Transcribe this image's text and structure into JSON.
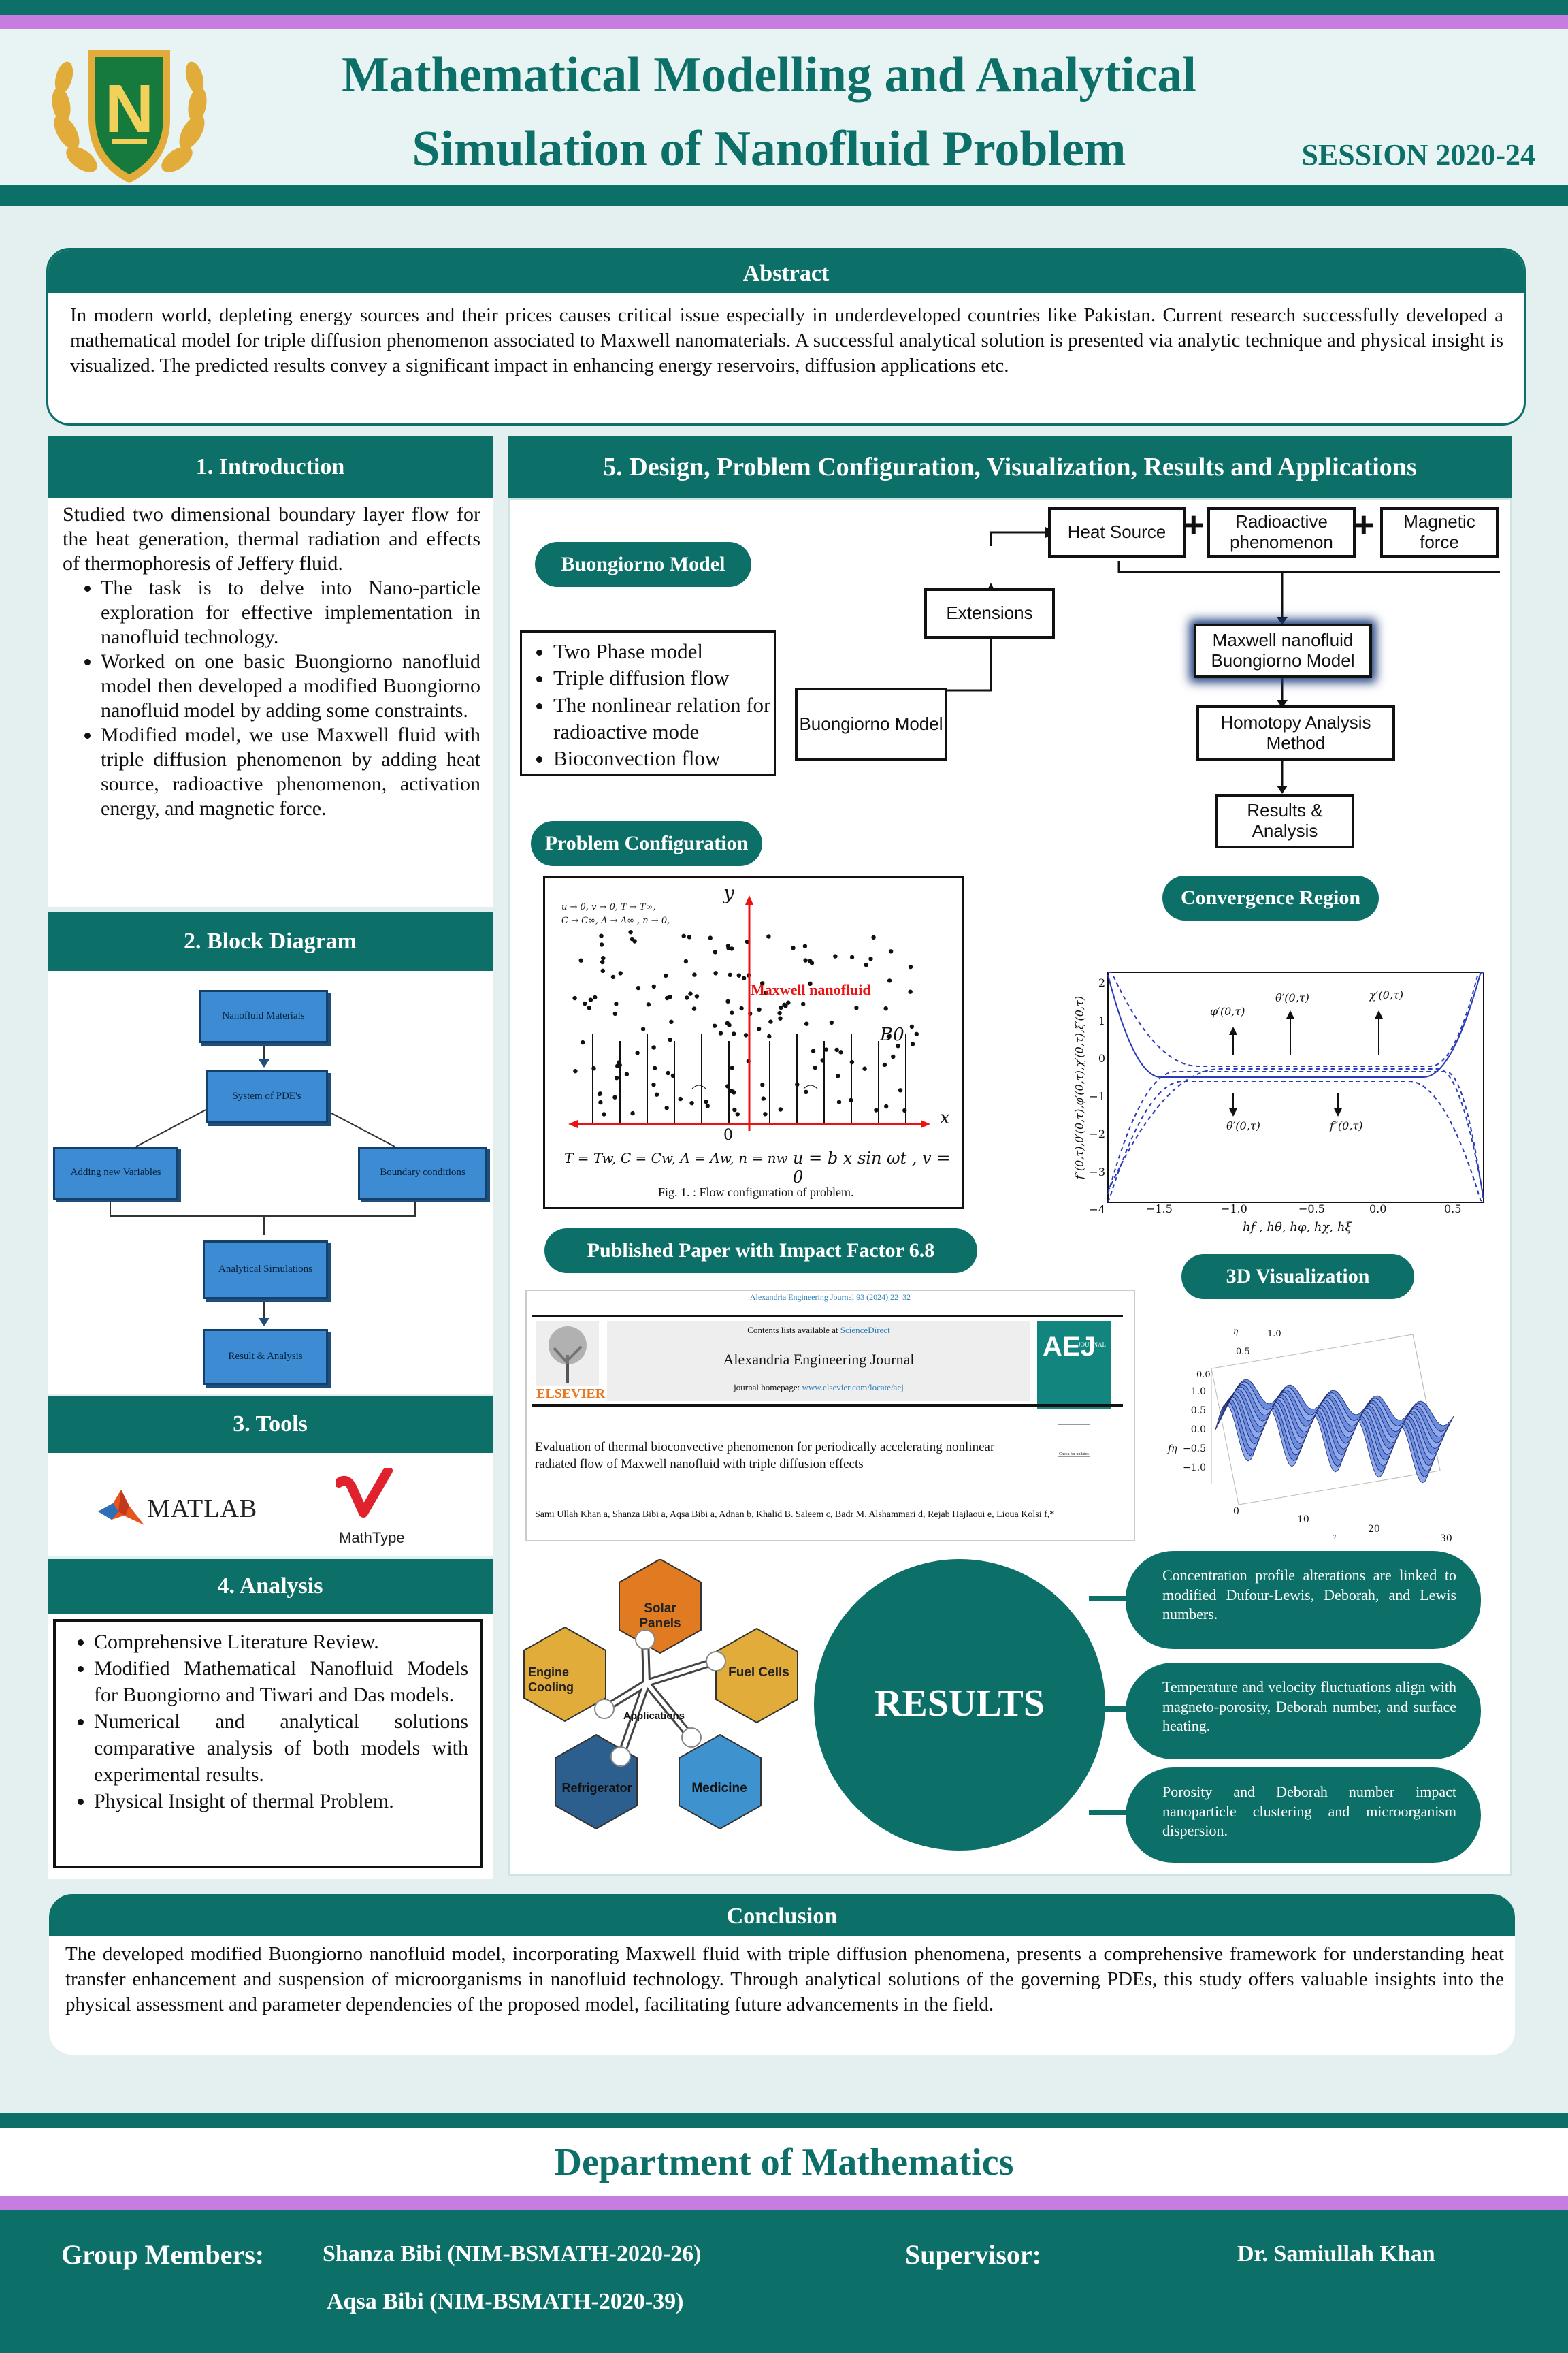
{
  "header": {
    "title_line1": "Mathematical Modelling and Analytical",
    "title_line2": "Simulation of Nanofluid Problem",
    "session": "SESSION 2020-24",
    "logo_letter": "N"
  },
  "abstract": {
    "title": "Abstract",
    "text": "In modern world, depleting energy sources and their prices causes critical issue especially in underdeveloped countries like Pakistan. Current research successfully developed a mathematical model for triple diffusion phenomenon associated to Maxwell nanomaterials. A successful analytical solution is presented via analytic technique and physical insight is visualized. The predicted results convey a significant impact in enhancing energy reservoirs, diffusion applications etc."
  },
  "introduction": {
    "title": "1. Introduction",
    "lead": "Studied two dimensional boundary layer flow for the heat generation, thermal radiation and effects of thermophoresis of Jeffery fluid.",
    "bullets": [
      "The task is to delve into Nano-particle exploration for effective implementation in nanofluid technology.",
      "Worked on one basic Buongiorno nanofluid model then developed a modified Buongiorno nanofluid model by adding some constraints.",
      "Modified model, we use Maxwell fluid with triple diffusion phenomenon by adding heat source, radioactive phenomenon, activation energy, and magnetic force."
    ]
  },
  "block_diagram": {
    "title": "2. Block Diagram",
    "boxes": [
      "Nanofluid Materials",
      "System of PDE's",
      "Adding new Variables",
      "Boundary conditions",
      "Analytical Simulations",
      "Result & Analysis"
    ]
  },
  "tools": {
    "title": "3. Tools",
    "matlab": "MATLAB",
    "mathtype": "MathType"
  },
  "analysis": {
    "title": "4. Analysis",
    "bullets": [
      "Comprehensive Literature Review.",
      "Modified Mathematical Nanofluid Models for Buongiorno and Tiwari and Das models.",
      "Numerical and analytical solutions comparative analysis of both models with experimental results.",
      "Physical Insight of thermal Problem."
    ]
  },
  "design": {
    "title": "5. Design, Problem Configuration, Visualization, Results and Applications",
    "buongiorno_pill": "Buongiorno Model",
    "buongiorno_list": [
      "Two Phase model",
      "Triple diffusion flow",
      "The nonlinear relation for radioactive mode",
      "Bioconvection flow"
    ],
    "flow": {
      "heat_source": "Heat Source",
      "radioactive": "Radioactive phenomenon",
      "magnetic": "Magnetic force",
      "extensions": "Extensions",
      "buongiorno": "Buongiorno Model",
      "maxwell": "Maxwell nanofluid Buongiorno  Model",
      "homotopy": "Homotopy Analysis Method",
      "results": "Results & Analysis",
      "plus": "+"
    },
    "problem_pill": "Problem Configuration",
    "problem_fig": {
      "bc_top_line1": "u → 0,  v → 0,  T → T∞,",
      "bc_top_line2": "C → C∞, Λ → Λ∞ , n → 0,",
      "axis_y": "y",
      "axis_x": "x",
      "origin": "0",
      "label": "Maxwell nanofluid",
      "b0": "B0",
      "bc_bottom_left": "T = Tw,  C = Cw, Λ = Λw, n = nw",
      "bc_bottom_right": "u = b x sin ωt , v = 0",
      "caption": "Fig. 1. : Flow configuration of problem."
    },
    "convergence_pill": "Convergence Region",
    "convergence_chart": {
      "y_ticks": [
        "2",
        "1",
        "0",
        "−1",
        "−2",
        "−3",
        "−4"
      ],
      "x_ticks": [
        "−1.5",
        "−1.0",
        "−0.5",
        "0.0",
        "0.5"
      ],
      "ylabel": "f″(0,τ),θ′(0,τ),φ′(0,τ),χ′(0,τ),ξ′(0,τ)",
      "xlabel": "hf , hθ, hφ, hχ, hξ",
      "labels": [
        "φ′(0,τ)",
        "θ′(0,τ)",
        "χ′(0,τ)",
        "θ′(0,τ)",
        "f″(0,τ)"
      ]
    },
    "paper_pill": "Published Paper with Impact Factor 6.8",
    "paper": {
      "journal_ref": "Alexandria Engineering Journal 93 (2024) 22–32",
      "contents": "Contents lists available at ",
      "sciencedirect": "ScienceDirect",
      "journal": "Alexandria Engineering Journal",
      "homepage_label": "journal homepage: ",
      "homepage": "www.elsevier.com/locate/aej",
      "elsevier": "ELSEVIER",
      "aej": "AEJ",
      "aej_small": "JOURNAL",
      "title": "Evaluation of thermal bioconvective phenomenon for periodically accelerating nonlinear radiated flow of Maxwell nanofluid with triple diffusion effects",
      "authors": "Sami Ullah Khan a, Shanza Bibi a, Aqsa Bibi a, Adnan b, Khalid B. Saleem c, Badr M. Alshammari d, Rejab Hajlaoui e, Lioua Kolsi f,*",
      "check": "Check for updates"
    },
    "viz_pill": "3D Visualization",
    "viz_chart": {
      "z_ticks": [
        "1.0",
        "0.5",
        "0.0",
        "−0.5",
        "−1.0"
      ],
      "x_ticks": [
        "0",
        "10",
        "20",
        "30"
      ],
      "y_ticks": [
        "0.0",
        "0.5",
        "1.0"
      ],
      "zlabel": "fη",
      "xlabel": "τ",
      "ylabel": "η"
    },
    "applications": {
      "center": "Applications",
      "items": [
        "Solar Panels",
        "Fuel Cells",
        "Medicine",
        "Refrigerator",
        "Engine Cooling"
      ],
      "colors": {
        "orange": "#e07b22",
        "gold": "#e2ac3a",
        "blue": "#3e93cf",
        "navy": "#2c5f8e"
      }
    },
    "results": {
      "title": "RESULTS",
      "items": [
        "Concentration profile alterations are linked to modified Dufour-Lewis, Deborah, and Lewis numbers.",
        "Temperature and velocity fluctuations align with magneto-porosity, Deborah number, and surface heating.",
        "Porosity and Deborah number impact nanoparticle clustering and microorganism dispersion."
      ]
    }
  },
  "conclusion": {
    "title": "Conclusion",
    "text": "The developed modified Buongiorno nanofluid model, incorporating Maxwell fluid with triple diffusion phenomena, presents a comprehensive framework for understanding heat transfer enhancement and suspension of microorganisms in nanofluid technology. Through analytical solutions of the governing PDEs, this study offers valuable insights into the physical assessment and parameter dependencies of the proposed model, facilitating future advancements in the field."
  },
  "footer": {
    "department": "Department of Mathematics",
    "group_label": "Group Members:",
    "member1": "Shanza Bibi (NIM-BSMATH-2020-26)",
    "member2": "Aqsa Bibi (NIM-BSMATH-2020-39)",
    "supervisor_label": "Supervisor:",
    "supervisor": "Dr. Samiullah Khan"
  },
  "colors": {
    "teal": "#0d7068",
    "purple": "#c77de0",
    "background": "#e3f0ef"
  }
}
